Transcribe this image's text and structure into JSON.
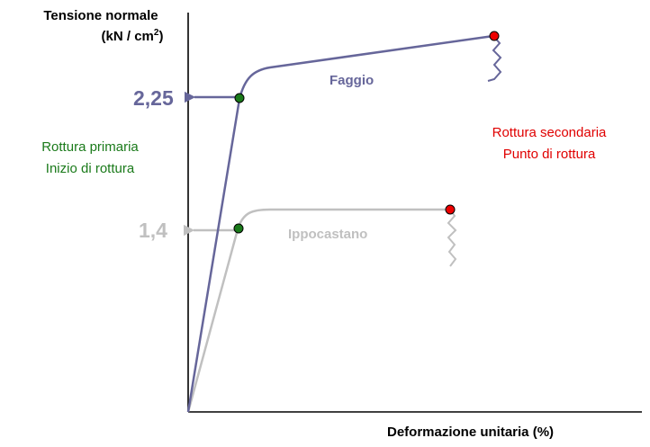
{
  "y_axis": {
    "title_line1": "Tensione normale",
    "title_line2_prefix": "(kN / cm",
    "title_line2_sup": "2",
    "title_line2_suffix": ")"
  },
  "x_axis": {
    "title": "Deformazione unitaria  (%)"
  },
  "curves": {
    "faggio": {
      "label": "Faggio",
      "stress_value": "2,25",
      "color": "#66669a"
    },
    "ippocastano": {
      "label": "Ippocastano",
      "stress_value": "1,4",
      "color": "#c0c0c0"
    }
  },
  "annotations": {
    "primary_line1": "Rottura primaria",
    "primary_line2": "Inizio di rottura",
    "primary_color": "#1a7a1a",
    "secondary_line1": "Rottura secondaria",
    "secondary_line2": "Punto di rottura",
    "secondary_color": "#e00000"
  },
  "colors": {
    "axis": "#000000",
    "green_marker": "#1a7a1a",
    "red_marker": "#ee0000"
  }
}
